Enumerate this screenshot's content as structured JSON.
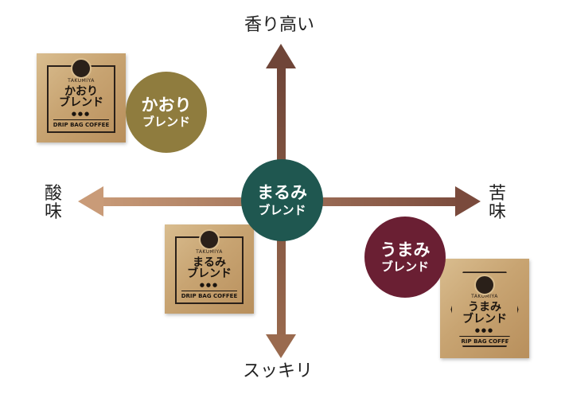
{
  "axes": {
    "top": "香り高い",
    "bottom": "スッキリ",
    "left": "酸味",
    "right": "苦味"
  },
  "blends": [
    {
      "line1": "まるみ",
      "line2": "ブレンド",
      "color": "#1f5750"
    },
    {
      "line1": "かおり",
      "line2": "ブレンド",
      "color": "#8f7c3e"
    },
    {
      "line1": "うまみ",
      "line2": "ブレンド",
      "color": "#6a1f33"
    }
  ],
  "packages": [
    {
      "brand": "TAKUMIYA",
      "title": "かおり ブレンド",
      "dots": "●●●",
      "subtitle": "DRIP BAG COFFEE"
    },
    {
      "brand": "TAKUMIYA",
      "title": "まるみ ブレンド",
      "dots": "●●●",
      "subtitle": "DRIP BAG COFFEE"
    },
    {
      "brand": "TAKUMIYA",
      "title": "うまみ ブレンド",
      "dots": "●●●",
      "subtitle": "DRIP BAG COFFEE"
    }
  ],
  "colors": {
    "arrow_top": "#6f4538",
    "arrow_bottom": "#9a6a4e",
    "arrow_left": "#c99b78",
    "arrow_right": "#7a4a3c"
  }
}
